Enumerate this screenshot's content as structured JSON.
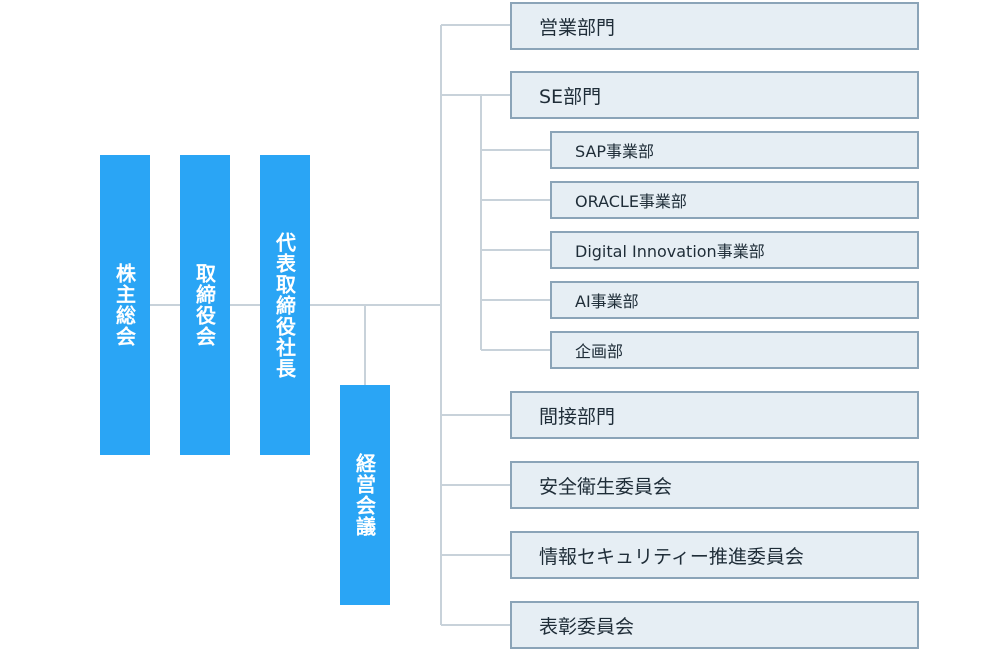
{
  "executives": [
    {
      "label": "株主総会"
    },
    {
      "label": "取締役会"
    },
    {
      "label": "代表取締役社長"
    },
    {
      "label": "経営会議"
    }
  ],
  "departments": [
    {
      "label": "営業部門"
    },
    {
      "label": "SE部門"
    },
    {
      "label": "間接部門"
    },
    {
      "label": "安全衛生委員会"
    },
    {
      "label": "情報セキュリティー推進委員会"
    },
    {
      "label": "表彰委員会"
    }
  ],
  "se_divisions": [
    {
      "label": "SAP事業部"
    },
    {
      "label": "ORACLE事業部"
    },
    {
      "label": "Digital Innovation事業部"
    },
    {
      "label": "AI事業部"
    },
    {
      "label": "企画部"
    }
  ],
  "colors": {
    "executive_fill": "#2aa5f5",
    "box_fill": "#e6eef4",
    "box_border": "#8ba4b8",
    "connector": "#c8d2da"
  }
}
